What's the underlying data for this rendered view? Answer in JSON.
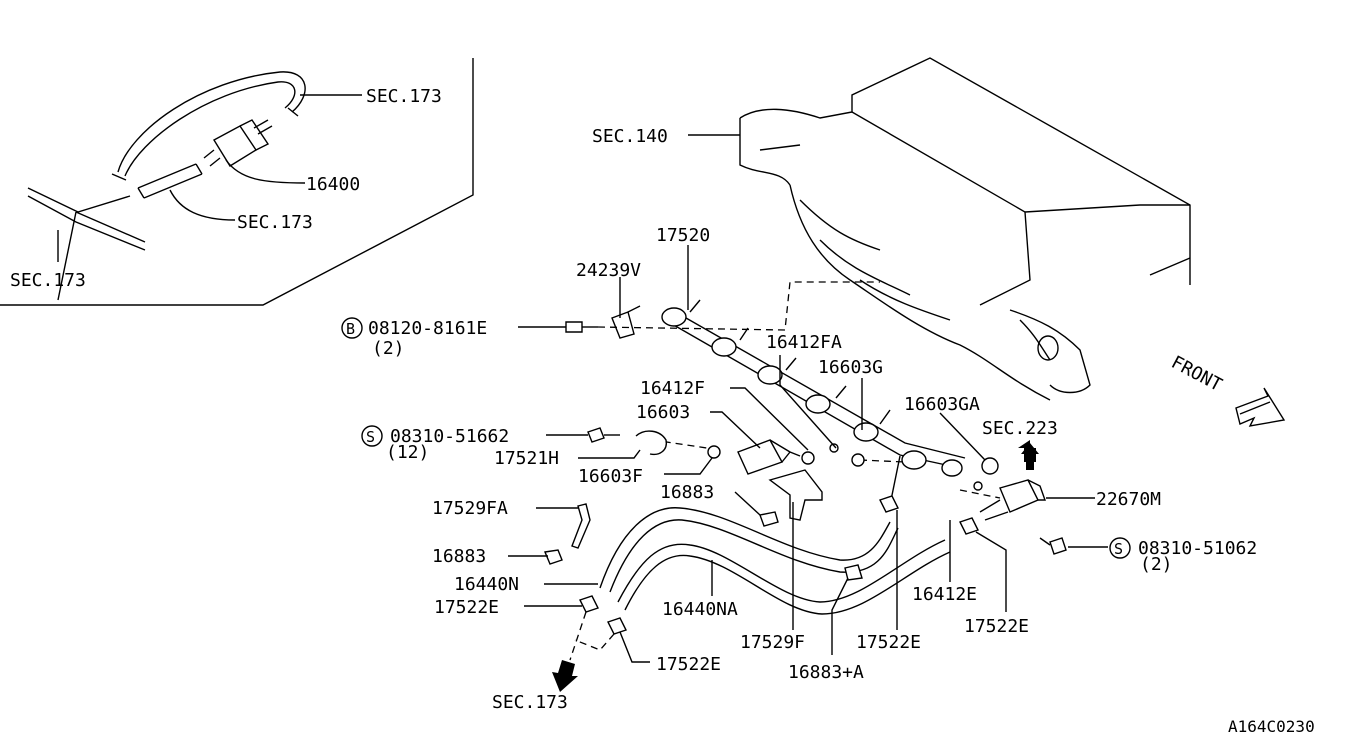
{
  "diagram": {
    "labels": {
      "sec173_inset_top": "SEC.173",
      "p16400": "16400",
      "sec173_inset_mid": "SEC.173",
      "sec173_inset_left": "SEC.173",
      "sec140": "SEC.140",
      "p17520": "17520",
      "p24239v": "24239V",
      "bolt_b": "08120-8161E",
      "bolt_b_qty": "(2)",
      "p16412fa": "16412FA",
      "p16603g": "16603G",
      "p16412f": "16412F",
      "p16603": "16603",
      "screw_s1": "08310-51662",
      "screw_s1_qty": "(12)",
      "p17521h": "17521H",
      "p16603f": "16603F",
      "p16603ga": "16603GA",
      "sec223": "SEC.223",
      "front": "FRONT",
      "p16883_top": "16883",
      "p22670m": "22670M",
      "screw_s2": "08310-51062",
      "screw_s2_qty": "(2)",
      "p17529fa": "17529FA",
      "p16883_left": "16883",
      "p16440n": "16440N",
      "p17522e_left": "17522E",
      "p16440na": "16440NA",
      "p17529f": "17529F",
      "p17522e_mid": "17522E",
      "p16412e": "16412E",
      "p17522e_right": "17522E",
      "p17522e_bottom": "17522E",
      "p16883a": "16883+A",
      "sec173_bottom": "SEC.173",
      "code": "A164C0230"
    },
    "symbols": {
      "bolt": "B",
      "screw": "S"
    }
  }
}
